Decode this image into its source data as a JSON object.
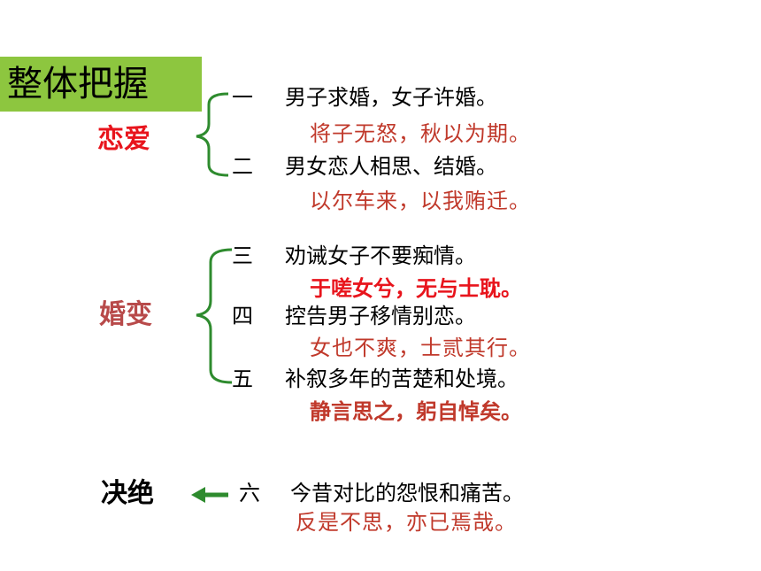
{
  "title": "整体把握",
  "categories": {
    "love": {
      "label": "恋爱",
      "color": "#e8141c"
    },
    "change": {
      "label": "婚变",
      "color": "#b84a4a"
    },
    "end": {
      "label": "决绝",
      "color": "#000000"
    }
  },
  "colors": {
    "brace": "#2e8b2e",
    "arrow": "#2e8b2e",
    "quote_red": "#c0392b",
    "quote_bright_red": "#e8141c",
    "title_bg": "#8dc63f"
  },
  "sections": [
    {
      "num": "一",
      "desc": "男子求婚，女子许婚。",
      "quote": "将子无怒，秋以为期。"
    },
    {
      "num": "二",
      "desc": "男女恋人相思、结婚。",
      "quote": "以尔车来，以我贿迁。"
    },
    {
      "num": "三",
      "desc": "劝诫女子不要痴情。",
      "quote": "于嗟女兮，无与士耽。"
    },
    {
      "num": "四",
      "desc": "控告男子移情别恋。",
      "quote": "女也不爽，士贰其行。"
    },
    {
      "num": "五",
      "desc": "补叙多年的苦楚和处境。",
      "quote": "静言思之，躬自悼矣。"
    },
    {
      "num": "六",
      "desc": "今昔对比的怨恨和痛苦。",
      "quote": "反是不思，亦已焉哉。"
    }
  ]
}
